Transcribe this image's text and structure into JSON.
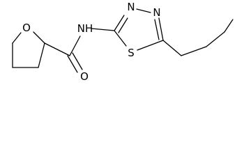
{
  "molecule": {
    "atom_labels": {
      "ring_oxygen": "O",
      "amide_nitrogen": "NH",
      "carbonyl_oxygen": "O",
      "thiadiazole_sulfur": "S",
      "thiadiazole_n3": "N",
      "thiadiazole_n4": "N"
    }
  }
}
